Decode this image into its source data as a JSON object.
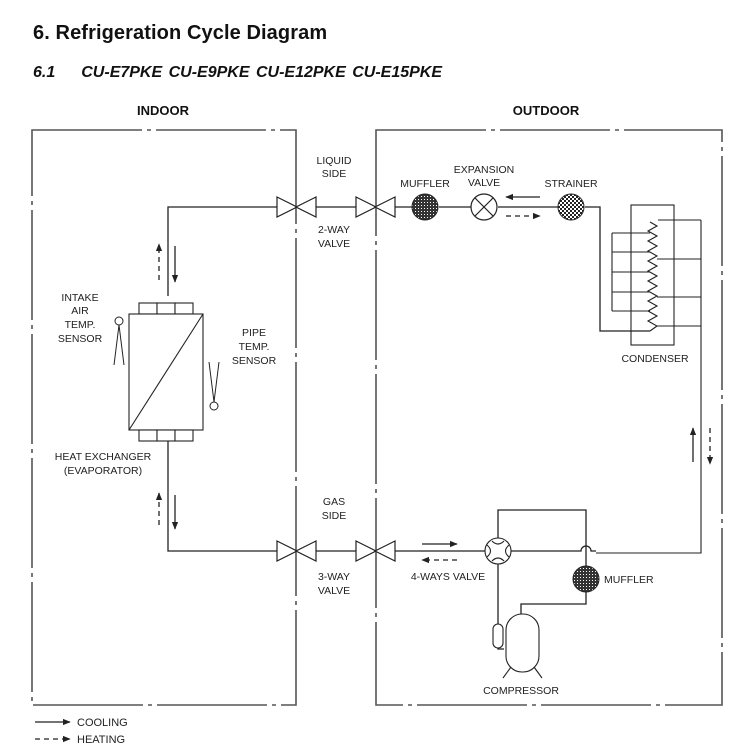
{
  "title": "6. Refrigeration Cycle Diagram",
  "subtitle": {
    "number": "6.1",
    "models": "CU-E7PKE  CU-E9PKE  CU-E12PKE  CU-E15PKE"
  },
  "zones": {
    "indoor": "INDOOR",
    "outdoor": "OUTDOOR"
  },
  "labels": {
    "liquid_side": [
      "LIQUID",
      "SIDE"
    ],
    "two_way_valve": [
      "2-WAY",
      "VALVE"
    ],
    "gas_side": [
      "GAS",
      "SIDE"
    ],
    "three_way_valve": [
      "3-WAY",
      "VALVE"
    ],
    "muffler_top": "MUFFLER",
    "expansion_valve": [
      "EXPANSION",
      "VALVE"
    ],
    "strainer": "STRAINER",
    "condenser": "CONDENSER",
    "four_ways_valve": "4-WAYS VALVE",
    "muffler_bottom": "MUFFLER",
    "compressor": "COMPRESSOR",
    "intake_sensor": [
      "INTAKE",
      "AIR",
      "TEMP.",
      "SENSOR"
    ],
    "pipe_sensor": [
      "PIPE",
      "TEMP.",
      "SENSOR"
    ],
    "heat_exchanger": [
      "HEAT EXCHANGER",
      "(EVAPORATOR)"
    ]
  },
  "legend": [
    {
      "style": "solid",
      "label": "COOLING"
    },
    {
      "style": "dashed",
      "label": "HEATING"
    }
  ],
  "colors": {
    "line": "#222222",
    "zone_border": "#555555"
  }
}
